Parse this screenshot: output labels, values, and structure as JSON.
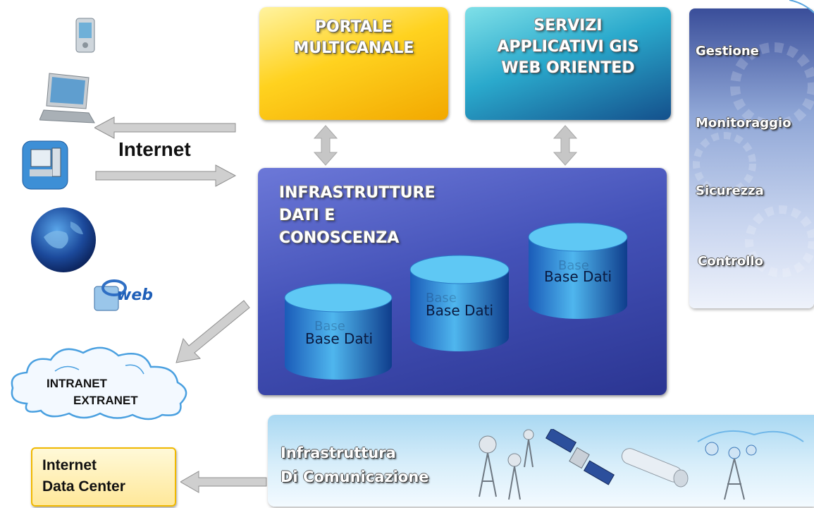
{
  "portale": {
    "line1": "PORTALE",
    "line2": "MULTICANALE"
  },
  "servizi": {
    "line1": "SERVIZI",
    "line2": "APPLICATIVI GIS",
    "line3": "WEB ORIENTED"
  },
  "side_panel": {
    "items": [
      "Gestione",
      "Monitoraggio",
      "Sicurezza",
      "Controllo"
    ]
  },
  "internet_label": "Internet",
  "infrastrutture": {
    "line1": "INFRASTRUTTURE",
    "line2": "DATI E",
    "line3": "CONOSCENZA"
  },
  "databases": [
    {
      "label": "Base Dati",
      "ghost": "Base"
    },
    {
      "label": "Base Dati",
      "ghost": "Base"
    },
    {
      "label": "Base Dati",
      "ghost": "Base"
    }
  ],
  "cloud": {
    "line1": "INTRANET",
    "line2": "EXTRANET"
  },
  "data_center": {
    "line1": "Internet",
    "line2": "Data Center"
  },
  "comunicazione": {
    "line1": "Infrastruttura",
    "line2": "Di Comunicazione"
  },
  "web_icon_text": "web",
  "colors": {
    "portale": "#f5b800",
    "servizi": "#2a9fc8",
    "infra": "#3a4ab0",
    "side_panel": "#c8d4ec",
    "arrow": "#c0c0c0"
  }
}
